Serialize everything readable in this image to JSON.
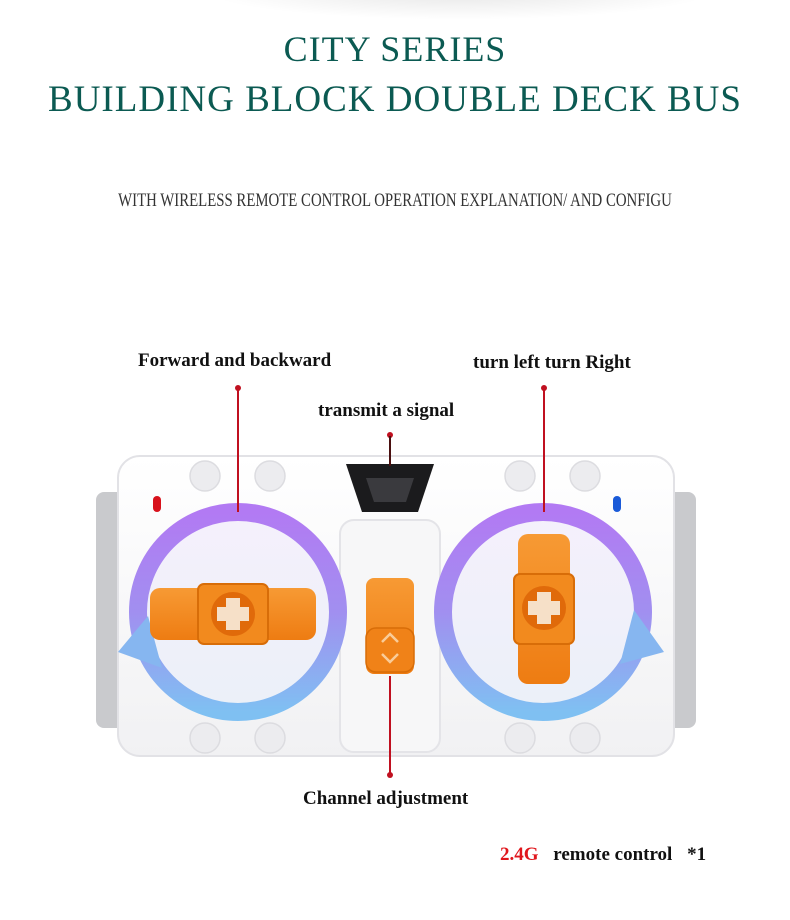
{
  "header": {
    "title_line1": "CITY SERIES",
    "title_line2": "BUILDING BLOCK DOUBLE DECK BUS",
    "subtitle": "WITH WIRELESS REMOTE CONTROL OPERATION EXPLANATION/ AND CONFIGU"
  },
  "callouts": {
    "forward_backward": "Forward and backward",
    "turn": "turn left turn Right",
    "transmit": "transmit a signal",
    "channel": "Channel adjustment"
  },
  "footer": {
    "frequency": "2.4G",
    "product": "remote control",
    "quantity": "*1"
  },
  "colors": {
    "title": "#0b5a52",
    "accent_red": "#e0161c",
    "orange": "#f28a1e",
    "ring_top": "#b57cf2",
    "ring_bottom": "#7fb2f0",
    "led_left": "#d8121c",
    "led_right": "#1a5ad8"
  },
  "icons": [
    "rotate-arrow-icon",
    "up-arrow-icon",
    "down-arrow-icon",
    "antenna-icon"
  ]
}
